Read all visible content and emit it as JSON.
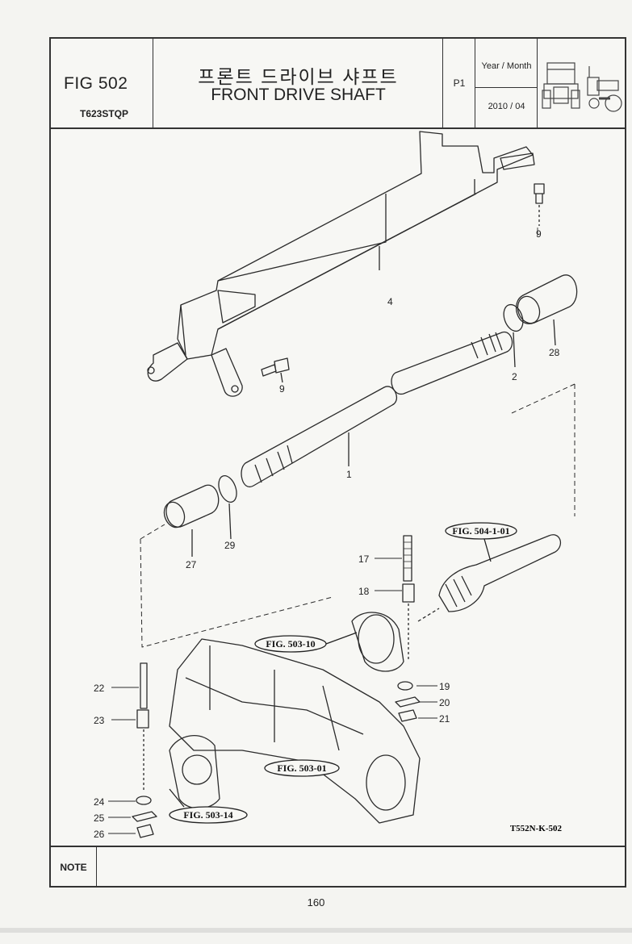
{
  "header": {
    "fig_label": "FIG 502",
    "model": "T623STQP",
    "title_kr": "프론트 드라이브 샤프트",
    "title_en": "FRONT DRIVE SHAFT",
    "page": "P1",
    "year_month_label": "Year / Month",
    "date": "2010 / 04"
  },
  "callouts": {
    "c1": "1",
    "c2": "2",
    "c4": "4",
    "c9a": "9",
    "c9b": "9",
    "c17": "17",
    "c18": "18",
    "c19": "19",
    "c20": "20",
    "c21": "21",
    "c22": "22",
    "c23": "23",
    "c24": "24",
    "c25": "25",
    "c26": "26",
    "c27": "27",
    "c28": "28",
    "c29": "29"
  },
  "refs": {
    "r504": "FIG. 504-1-01",
    "r50310": "FIG. 503-10",
    "r50301": "FIG. 503-01",
    "r50314": "FIG. 503-14"
  },
  "drawing_code": "T552N-K-502",
  "note_label": "NOTE",
  "page_number": "160"
}
